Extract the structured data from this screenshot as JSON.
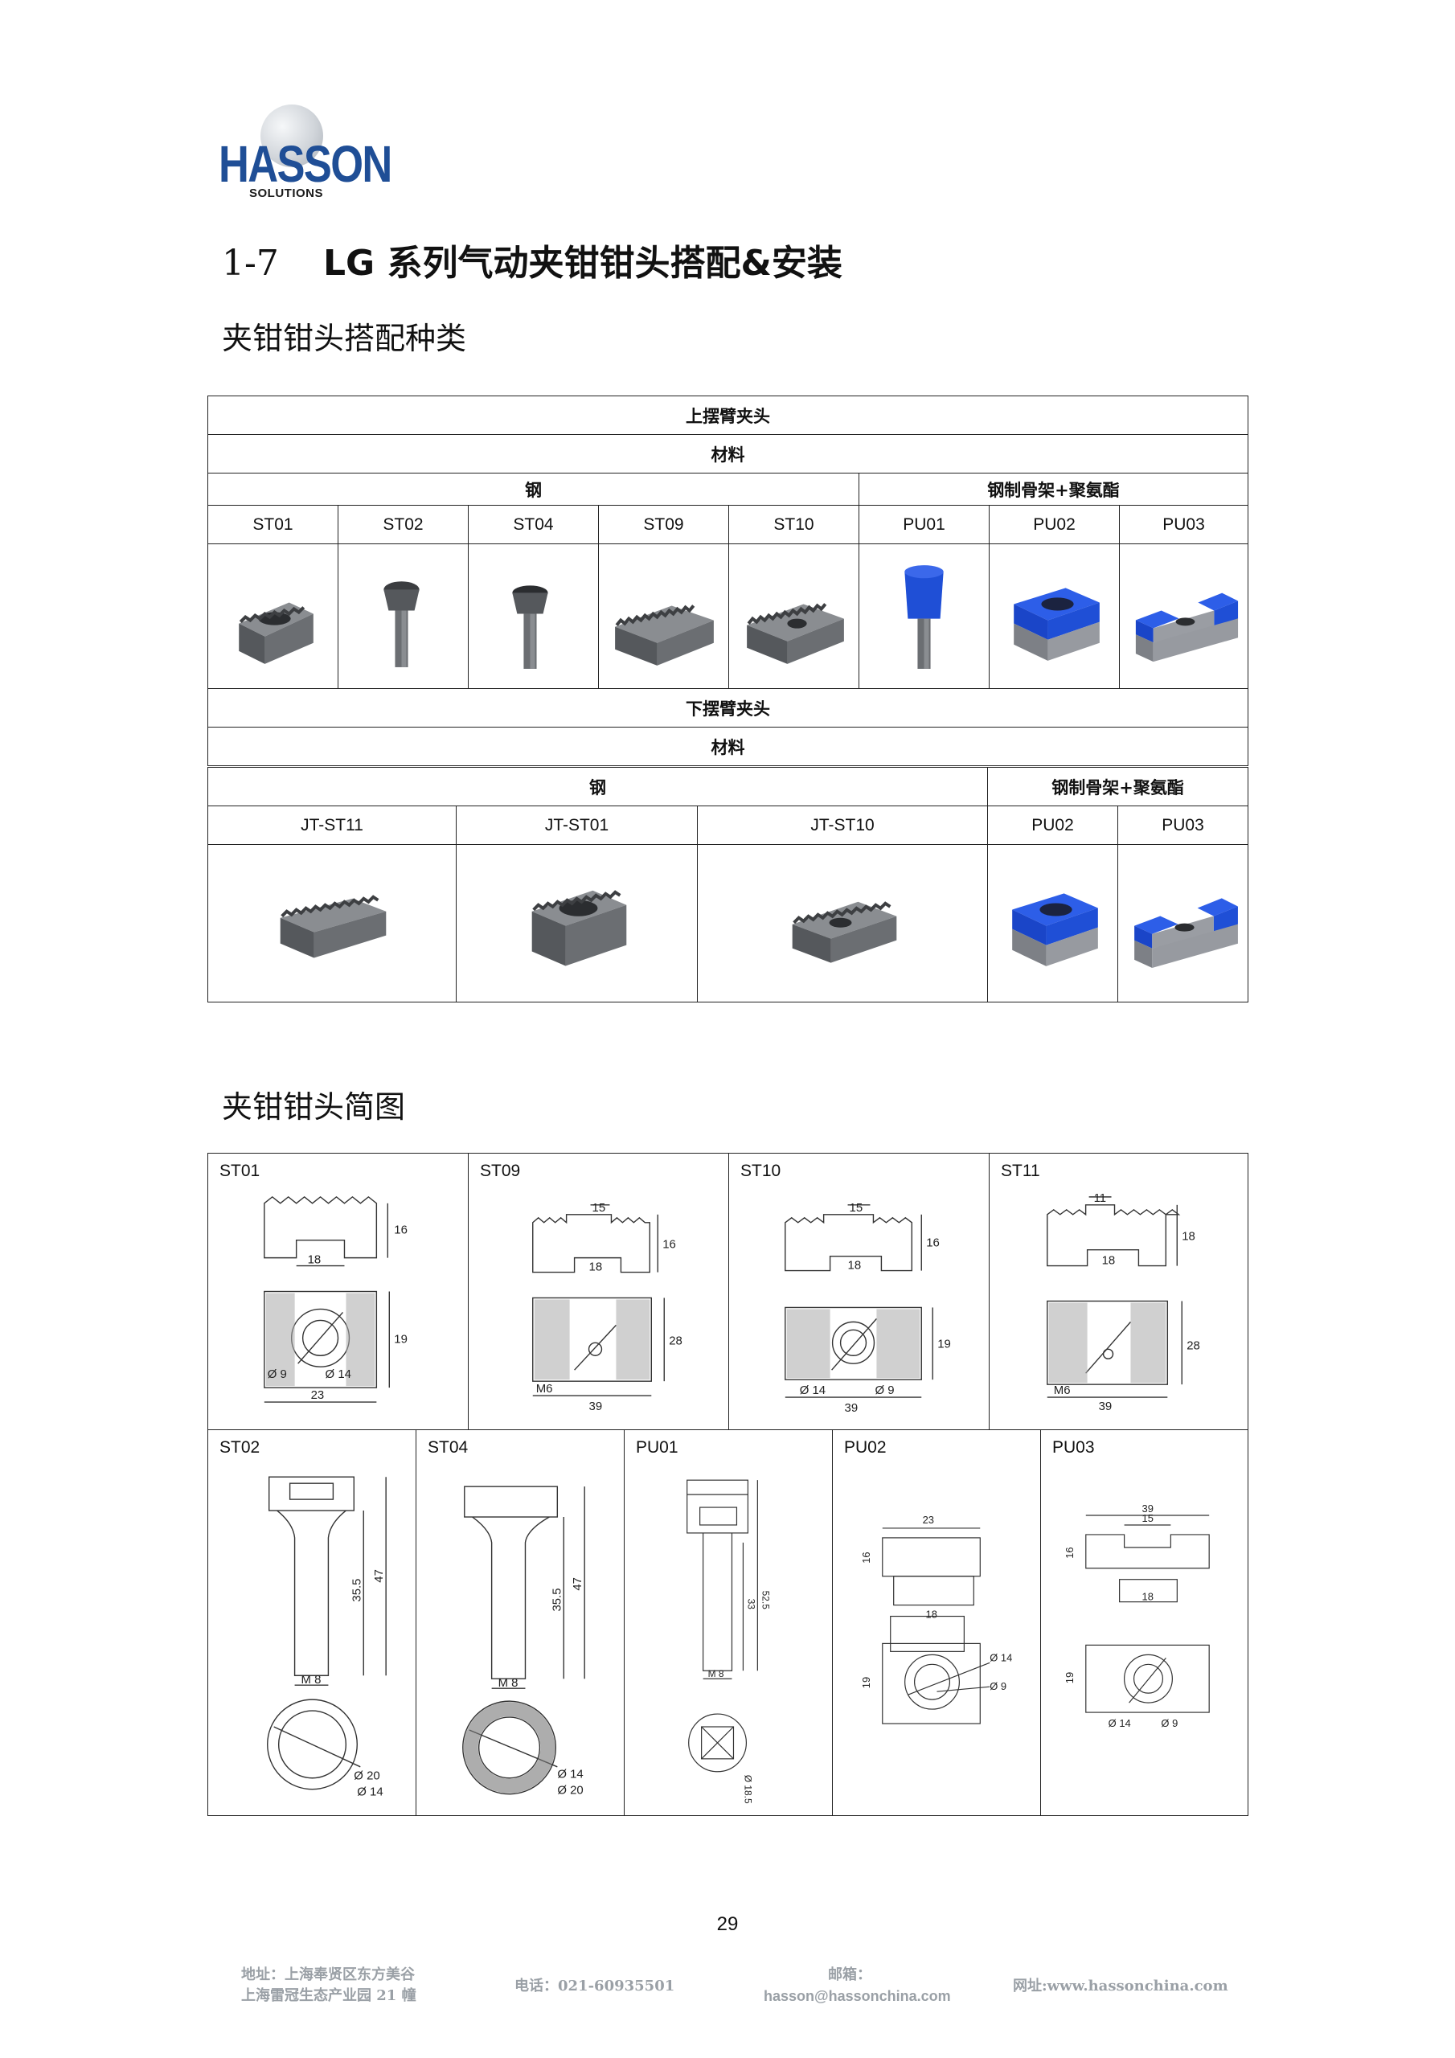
{
  "logo": {
    "word": "HASSON",
    "sub": "SOLUTIONS"
  },
  "section": {
    "number": "1-7",
    "title": "LG 系列气动夹钳钳头搭配&安装"
  },
  "sub_heading_1": "夹钳钳头搭配种类",
  "sub_heading_2": "夹钳钳头简图",
  "upper": {
    "title": "上摆臂夹头",
    "material": "材料",
    "steel": "钢",
    "pu": "钢制骨架+聚氨酯",
    "codes": [
      "ST01",
      "ST02",
      "ST04",
      "ST09",
      "ST10",
      "PU01",
      "PU02",
      "PU03"
    ]
  },
  "lower": {
    "title": "下摆臂夹头",
    "material": "材料",
    "steel": "钢",
    "pu": "钢制骨架+聚氨酯",
    "codes": [
      "JT-ST11",
      "JT-ST01",
      "JT-ST10",
      "PU02",
      "PU03"
    ]
  },
  "drawings_row1": [
    "ST01",
    "ST09",
    "ST10",
    "ST11"
  ],
  "drawings_row2": [
    "ST02",
    "ST04",
    "PU01",
    "PU02",
    "PU03"
  ],
  "dims": {
    "st01": [
      "18",
      "16",
      "19",
      "Ø 9",
      "Ø 14",
      "23"
    ],
    "st09": [
      "15",
      "16",
      "18",
      "28",
      "M6",
      "39"
    ],
    "st10": [
      "15",
      "16",
      "18",
      "19",
      "Ø 14",
      "Ø 9",
      "39"
    ],
    "st11": [
      "11",
      "18",
      "18",
      "28",
      "M6",
      "39"
    ],
    "st02": [
      "35.5",
      "47",
      "M 8",
      "Ø 20",
      "Ø 14"
    ],
    "st04": [
      "35.5",
      "47",
      "M 8",
      "Ø 14",
      "Ø 20"
    ],
    "pu01": [
      "52.5",
      "33",
      "M 8",
      "Ø 18.5"
    ],
    "pu02": [
      "23",
      "16",
      "18",
      "19",
      "Ø 14",
      "Ø 9"
    ],
    "pu03": [
      "39",
      "15",
      "16",
      "18",
      "19",
      "Ø 14",
      "Ø 9"
    ]
  },
  "page_number": "29",
  "footer": {
    "addr1": "地址：上海奉贤区东方美谷",
    "addr2": "上海雷冠生态产业园 21 幢",
    "tel": "电话：021-60935501",
    "mail_label": "邮箱：",
    "mail": "hasson@hassonchina.com",
    "web": "网址:www.hassonchina.com"
  },
  "colors": {
    "logo_blue": "#1f4e96",
    "pu_blue": "#1f4fd6",
    "steel_gray": "#6b6e72"
  }
}
